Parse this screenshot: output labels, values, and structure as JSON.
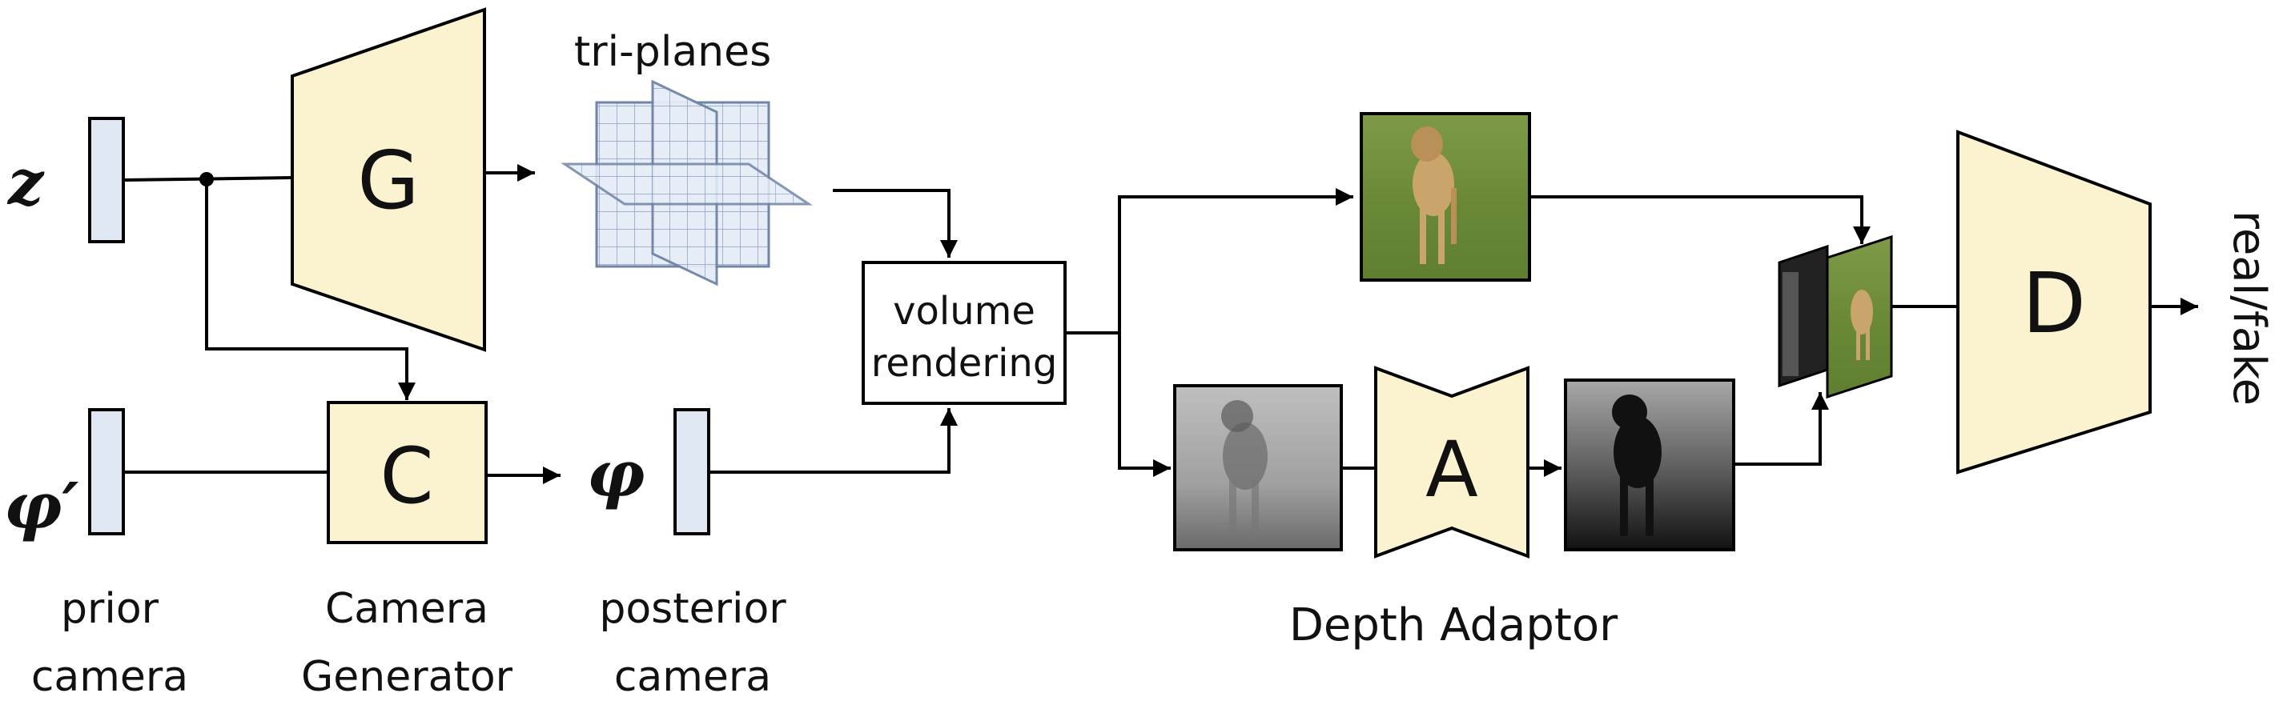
{
  "inputs": {
    "z_symbol": "z",
    "prior_symbol": "φ′",
    "posterior_symbol": "φ"
  },
  "labels": {
    "triplanes": "tri-planes",
    "volume_rendering_line1": "volume",
    "volume_rendering_line2": "rendering",
    "prior_line1": "prior",
    "prior_line2": "camera",
    "cam_gen_line1": "Camera",
    "cam_gen_line2": "Generator",
    "posterior_line1": "posterior",
    "posterior_line2": "camera",
    "depth_adaptor": "Depth Adaptor",
    "output": "real/fake"
  },
  "blocks": {
    "generator": "G",
    "camera_generator": "C",
    "adaptor": "A",
    "discriminator": "D"
  },
  "colors": {
    "block_fill": "#fbf3d0",
    "vector_fill": "#dfe7f3",
    "grid_fill": "#e6edf7",
    "grid_line": "#8aa0c0",
    "stroke": "#000000"
  },
  "images": {
    "rgb": "dog-photo",
    "depth_raw": "dog-depth-map-raw",
    "depth_adapted": "dog-depth-map-adapted"
  }
}
